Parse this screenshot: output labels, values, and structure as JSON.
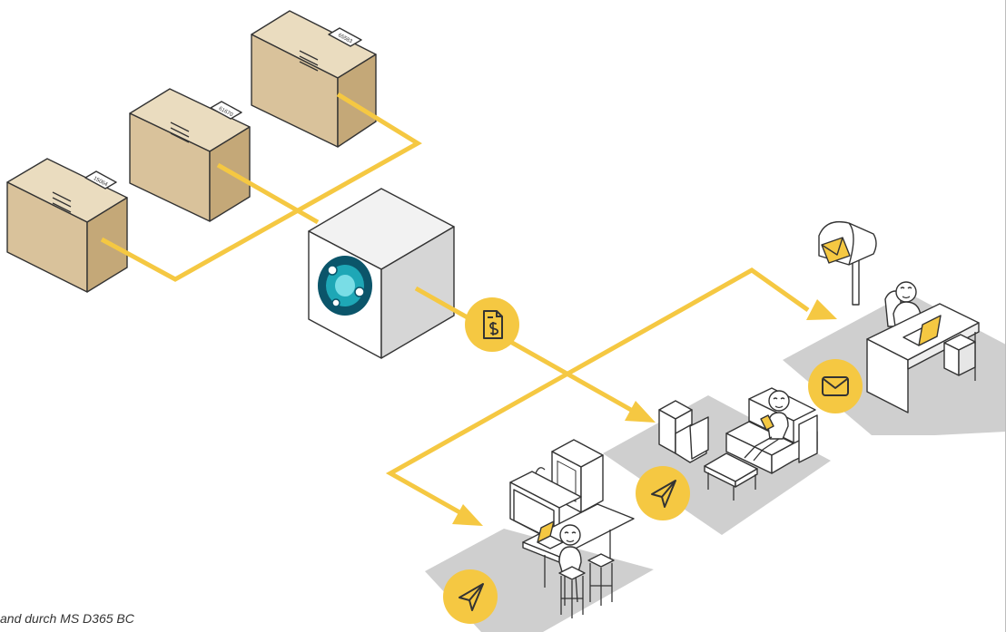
{
  "caption": "and durch MS D365 BC",
  "boxes": [
    {
      "label": "65583"
    },
    {
      "label": "61670"
    },
    {
      "label": "15064"
    }
  ],
  "icons": [
    "invoice-icon",
    "send-icon",
    "send-icon",
    "email-icon"
  ],
  "colors": {
    "flow": "#f5c842",
    "badge": "#f5c842",
    "box_front": "#d9c29b",
    "box_side": "#c4a878",
    "box_top": "#eadcbf",
    "floor": "#cfcfcf",
    "outline": "#333333"
  }
}
